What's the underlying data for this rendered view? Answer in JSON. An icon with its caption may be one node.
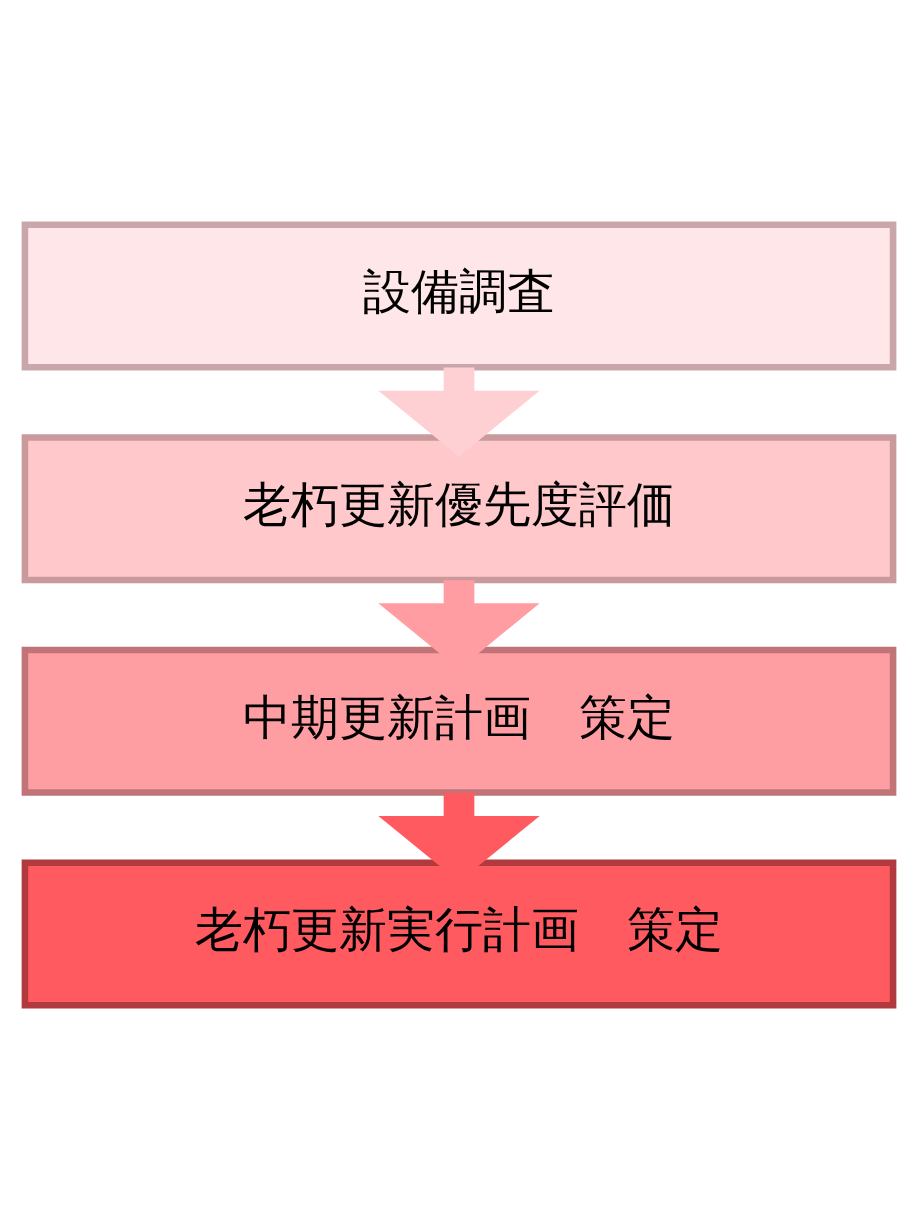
{
  "diagram": {
    "nodes": [
      {
        "text": [
          "設備調査"
        ]
      },
      {
        "text": [
          "老朽更新優先度評価"
        ]
      },
      {
        "text": [
          "中期更新計画　策定"
        ]
      },
      {
        "text": [
          "老朽更新実行計画　策定"
        ]
      }
    ],
    "edges": [
      {
        "from": 0,
        "to": 1,
        "arrow": "to",
        "color": "#ffd0d3"
      },
      {
        "from": 1,
        "to": 2,
        "arrow": "to",
        "color": "#ff9da2"
      },
      {
        "from": 2,
        "to": 3,
        "arrow": "to",
        "color": "#ff5a5f"
      }
    ]
  }
}
